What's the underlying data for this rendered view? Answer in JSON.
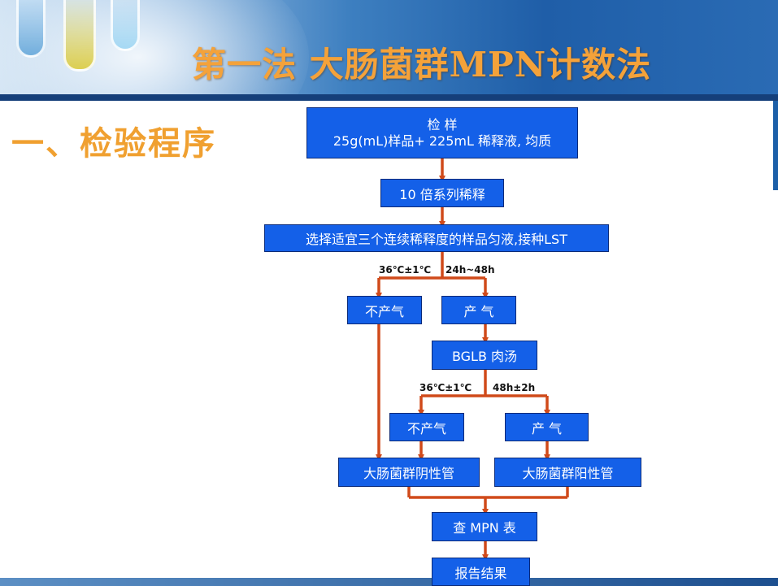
{
  "title": "第一法 大肠菌群MPN计数法",
  "section_heading": "一、检验程序",
  "flowchart": {
    "sample": {
      "line1": "检 样",
      "line2": "25g(mL)样品+ 225mL 稀释液, 均质"
    },
    "dilution": "10 倍系列稀释",
    "inoculate": "选择适宜三个连续稀释度的样品匀液,接种LST",
    "lst_temp": "36℃±1℃",
    "lst_time": "24h~48h",
    "lst_no_gas": "不产气",
    "lst_gas": "产 气",
    "bglb": "BGLB 肉汤",
    "bglb_temp": "36℃±1℃",
    "bglb_time": "48h±2h",
    "bglb_no_gas": "不产气",
    "bglb_gas": "产  气",
    "negative": "大肠菌群阴性管",
    "positive": "大肠菌群阳性管",
    "mpn": "查 MPN 表",
    "report": "报告结果"
  },
  "colors": {
    "box": "#1460e8",
    "arrow": "#d04a1a",
    "title": "#f4a23a"
  }
}
